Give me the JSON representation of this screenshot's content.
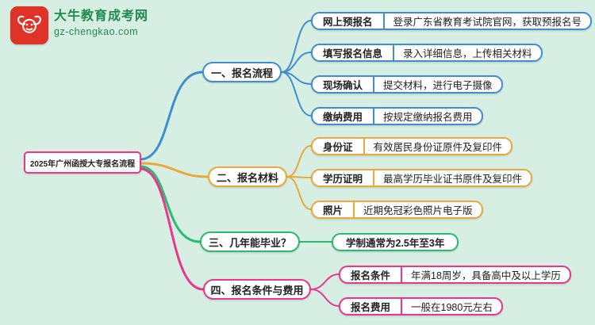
{
  "logo": {
    "brand": "大牛教育成考网",
    "domain": "gz-chengkao.com",
    "badge_color": "#df3327",
    "text_color": "#1f8a4c"
  },
  "root": {
    "label": "2025年广州函授大专报名流程",
    "color": "#e8378d"
  },
  "palette": {
    "background": "#d7eee3",
    "branch1": "#3e8ed0",
    "branch2": "#eaa83e",
    "branch3": "#2eb872",
    "branch4": "#e8378d"
  },
  "branches": [
    {
      "label": "一、报名流程",
      "color": "#3e8ed0",
      "children": [
        {
          "label": "网上预报名",
          "desc": "登录广东省教育考试院官网，获取预报名号"
        },
        {
          "label": "填写报名信息",
          "desc": "录入详细信息，上传相关材料"
        },
        {
          "label": "现场确认",
          "desc": "提交材料，进行电子摄像"
        },
        {
          "label": "缴纳费用",
          "desc": "按规定缴纳报名费用"
        }
      ]
    },
    {
      "label": "二、报名材料",
      "color": "#eaa83e",
      "children": [
        {
          "label": "身份证",
          "desc": "有效居民身份证原件及复印件"
        },
        {
          "label": "学历证明",
          "desc": "最高学历毕业证书原件及复印件"
        },
        {
          "label": "照片",
          "desc": "近期免冠彩色照片电子版"
        }
      ]
    },
    {
      "label": "三、几年能毕业？",
      "color": "#2eb872",
      "children": [
        {
          "desc": "学制通常为2.5年至3年"
        }
      ]
    },
    {
      "label": "四、报名条件与费用",
      "color": "#e8378d",
      "children": [
        {
          "label": "报名条件",
          "desc": "年满18周岁，具备高中及以上学历"
        },
        {
          "label": "报名费用",
          "desc": "一般在1980元左右"
        }
      ]
    }
  ]
}
